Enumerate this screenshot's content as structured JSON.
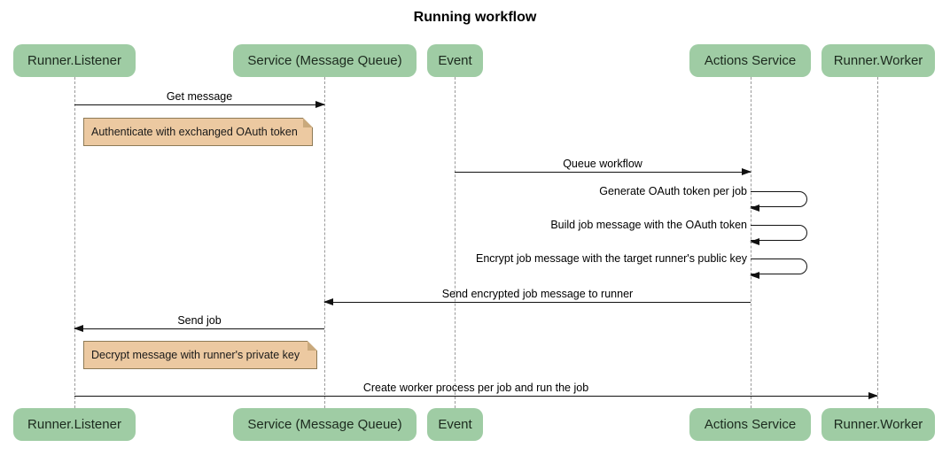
{
  "diagram_type": "sequence",
  "title": "Running workflow",
  "colors": {
    "participant_fill": "#9fcca4",
    "note_fill": "#ecc9a1",
    "note_border": "#8d7a56",
    "lifeline": "#9a9a9a",
    "arrow": "#111111",
    "background": "#ffffff"
  },
  "participants": [
    {
      "name": "Runner.Listener"
    },
    {
      "name": "Service (Message Queue)"
    },
    {
      "name": "Event"
    },
    {
      "name": "Actions Service"
    },
    {
      "name": "Runner.Worker"
    }
  ],
  "messages": [
    {
      "type": "arrow",
      "from": "Runner.Listener",
      "to": "Service (Message Queue)",
      "label": "Get message"
    },
    {
      "type": "note",
      "over": "Runner.Listener",
      "label": "Authenticate with exchanged OAuth token"
    },
    {
      "type": "arrow",
      "from": "Event",
      "to": "Actions Service",
      "label": "Queue workflow"
    },
    {
      "type": "self",
      "on": "Actions Service",
      "label": "Generate OAuth token per job"
    },
    {
      "type": "self",
      "on": "Actions Service",
      "label": "Build job message with the OAuth token"
    },
    {
      "type": "self",
      "on": "Actions Service",
      "label": "Encrypt job message with the target runner's public key"
    },
    {
      "type": "arrow",
      "from": "Actions Service",
      "to": "Service (Message Queue)",
      "label": "Send encrypted job message to runner"
    },
    {
      "type": "arrow",
      "from": "Service (Message Queue)",
      "to": "Runner.Listener",
      "label": "Send job"
    },
    {
      "type": "note",
      "over": "Runner.Listener",
      "label": "Decrypt message with runner's private key"
    },
    {
      "type": "arrow",
      "from": "Runner.Listener",
      "to": "Runner.Worker",
      "label": "Create worker process per job and run the job"
    }
  ]
}
